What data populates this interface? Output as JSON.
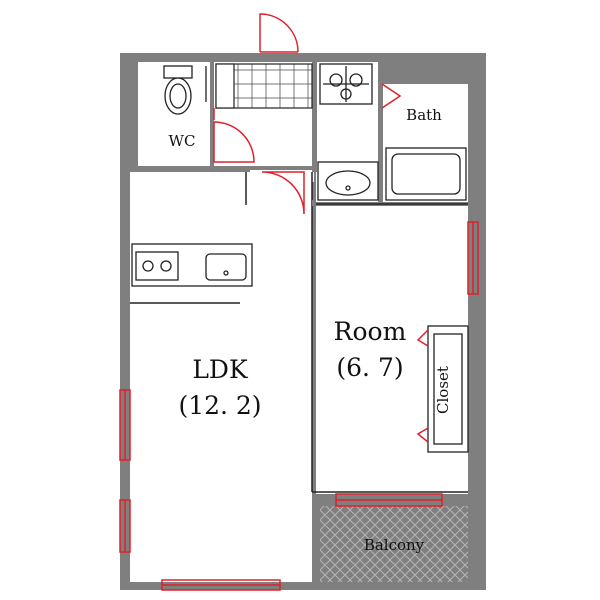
{
  "colors": {
    "wall": "#7f7f7f",
    "door": "#e0202a",
    "line": "#222222",
    "fixture_fill": "#e6e6e6",
    "balcony_hatch": "#bbbbbb"
  },
  "rooms": {
    "ldk": {
      "name": "LDK",
      "size": "(12. 2)"
    },
    "room": {
      "name": "Room",
      "size": "(6. 7)"
    },
    "wc": {
      "name": "WC"
    },
    "bath": {
      "name": "Bath"
    },
    "closet": {
      "name": "Closet"
    },
    "balcony": {
      "name": "Balcony"
    }
  },
  "icons": [
    "toilet-icon",
    "stove-icon",
    "sink-icon",
    "bathtub-icon",
    "washbasin-icon",
    "cooktop-icon"
  ]
}
